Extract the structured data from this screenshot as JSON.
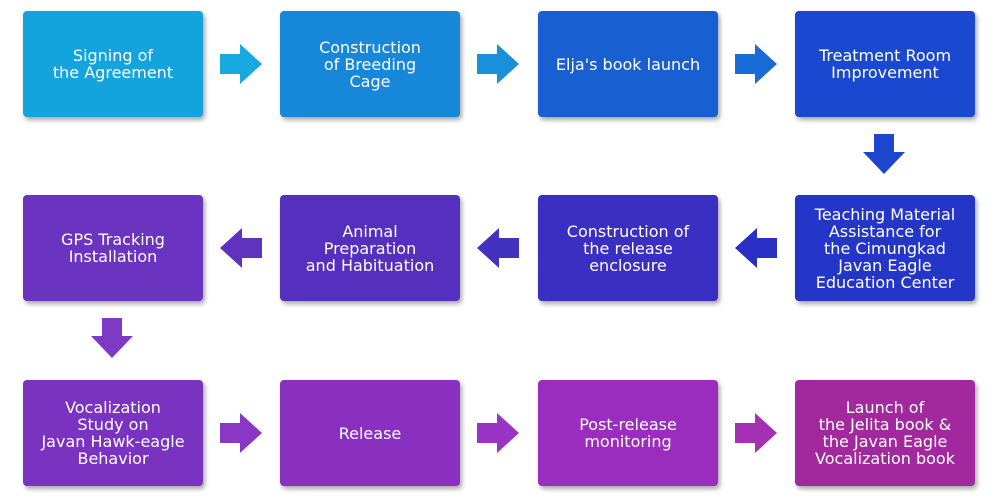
{
  "steps": [
    {
      "label": "Signing of\nthe Agreement",
      "color": "#13a3dd"
    },
    {
      "label": "Construction\nof Breeding\nCage",
      "color": "#1787d9"
    },
    {
      "label": "Elja's book launch",
      "color": "#1860d1"
    },
    {
      "label": "Treatment Room\nImprovement",
      "color": "#1a48d0"
    },
    {
      "label": "Teaching Material\nAssistance for\nthe Cimungkad\nJavan Eagle\nEducation Center",
      "color": "#2336c8"
    },
    {
      "label": "Construction of\nthe release\nenclosure",
      "color": "#3a2fc2"
    },
    {
      "label": "Animal\nPreparation\nand Habituation",
      "color": "#5530be"
    },
    {
      "label": "GPS Tracking\nInstallation",
      "color": "#6a33c0"
    },
    {
      "label": "Vocalization\nStudy on\nJavan Hawk-eagle\nBehavior",
      "color": "#7a32c1"
    },
    {
      "label": "Release",
      "color": "#8a30c0"
    },
    {
      "label": "Post-release\nmonitoring",
      "color": "#9a2dbd"
    },
    {
      "label": "Launch of\nthe Jelita book &\nthe Javan Eagle\nVocalization book",
      "color": "#a2289e"
    }
  ],
  "arrows": [
    {
      "color": "#17a9e0"
    },
    {
      "color": "#1a8fdc"
    },
    {
      "color": "#1a6bd5"
    },
    {
      "color": "#1d46cf"
    },
    {
      "color": "#2a2fc5"
    },
    {
      "color": "#4331c0"
    },
    {
      "color": "#6032be"
    },
    {
      "color": "#7e3ac6"
    },
    {
      "color": "#8a37c6"
    },
    {
      "color": "#9a34c4"
    },
    {
      "color": "#a431b4"
    }
  ]
}
